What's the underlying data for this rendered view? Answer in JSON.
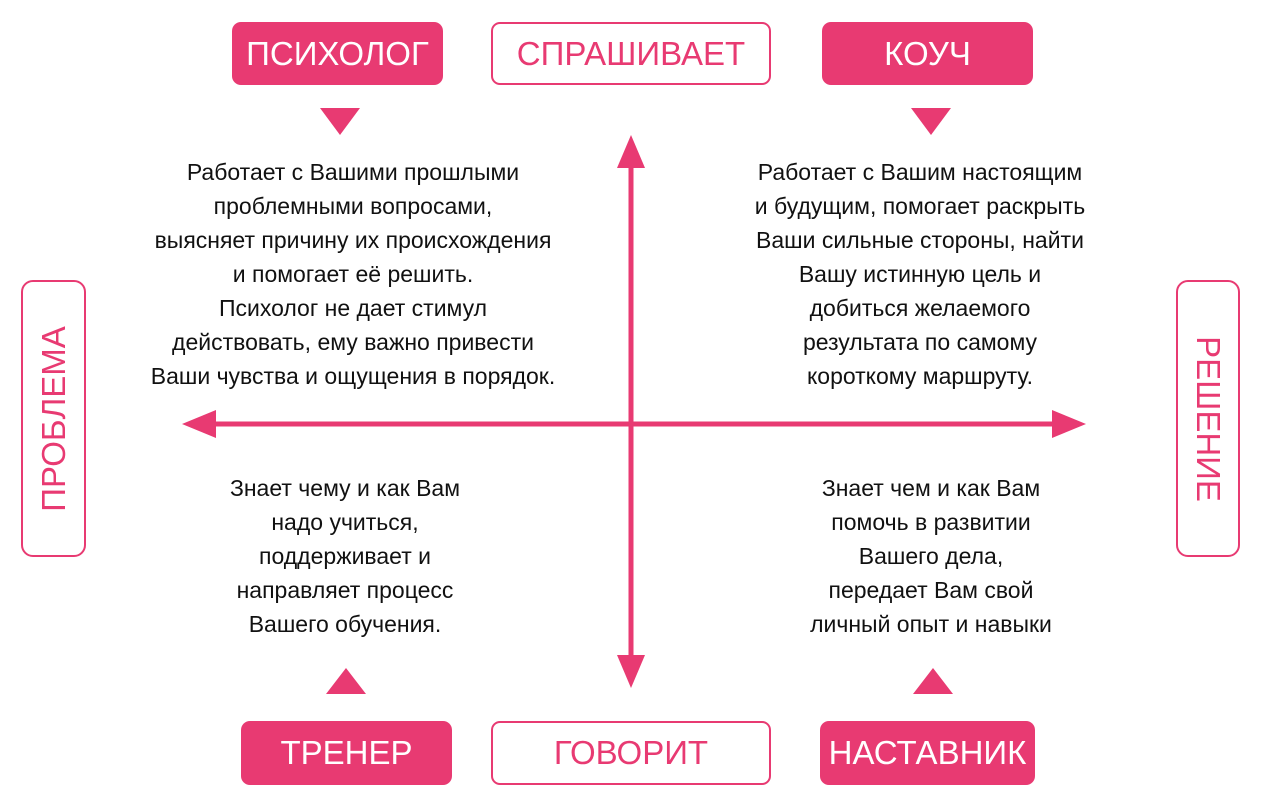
{
  "colors": {
    "accent": "#e83a72",
    "text": "#111111"
  },
  "labels": {
    "psychologist": "ПСИХОЛОГ",
    "asks": "СПРАШИВАЕТ",
    "coach": "КОУЧ",
    "trainer": "ТРЕНЕР",
    "tells": "ГОВОРИТ",
    "mentor": "НАСТАВНИК",
    "problem": "ПРОБЛЕМА",
    "solution": "РЕШЕНИЕ"
  },
  "quadrants": {
    "top_left": [
      "Работает с Вашими прошлыми",
      "проблемными вопросами,",
      "выясняет причину их происхождения",
      "и помогает её решить.",
      "Психолог не дает стимул",
      "действовать, ему важно привести",
      "Ваши чувства и ощущения в порядок."
    ],
    "top_right": [
      "Работает с Вашим настоящим",
      "и будущим, помогает раскрыть",
      "Ваши сильные стороны, найти",
      "Вашу истинную цель и",
      "добиться желаемого",
      "результата по самому",
      "короткому маршруту."
    ],
    "bottom_left": [
      "Знает чему и как Вам",
      "надо учиться,",
      "поддерживает и",
      "направляет процесс",
      "Вашего обучения."
    ],
    "bottom_right": [
      "Знает чем и как Вам",
      "помочь в развитии",
      "Вашего дела,",
      "передает Вам свой",
      "личный опыт и навыки"
    ]
  }
}
